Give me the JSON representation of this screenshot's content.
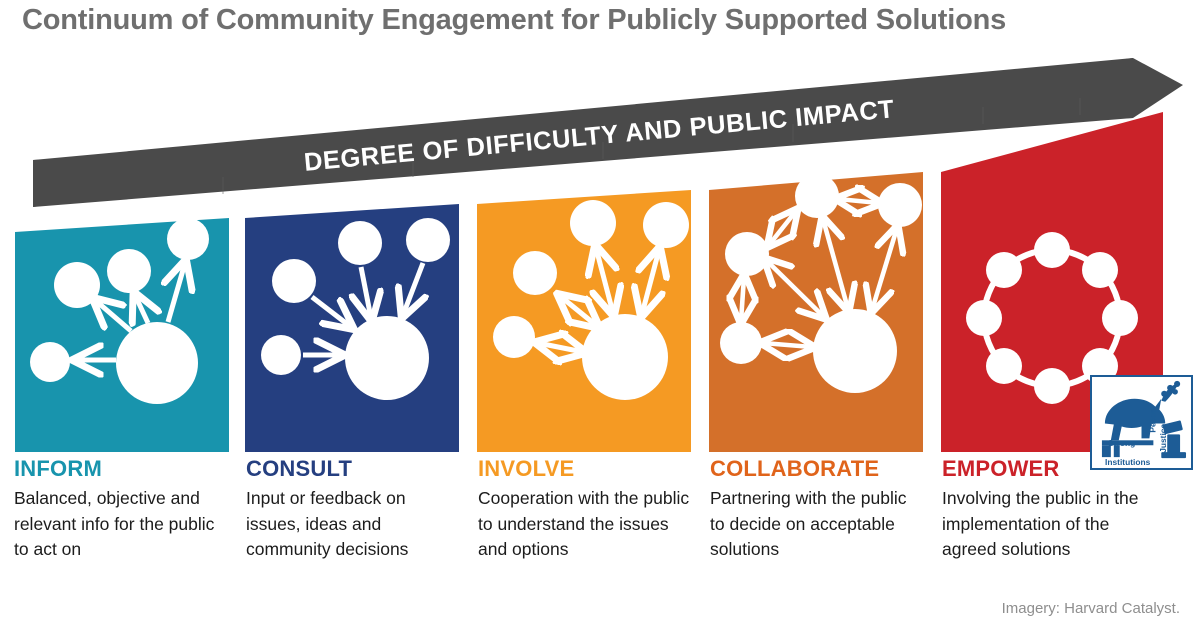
{
  "page": {
    "title": "Continuum of Community Engagement for Publicly Supported Solutions",
    "credit": "Imagery: Harvard Catalyst."
  },
  "banner": {
    "label": "DEGREE OF DIFFICULTY AND PUBLIC IMPACT",
    "color": "#4a4a4a",
    "direction": "right-and-up",
    "tail_icon": "ribbon-notch-icon",
    "head_icon": "arrowhead-right-icon"
  },
  "stages": [
    {
      "id": "inform",
      "label": "INFORM",
      "description": "Balanced, objective and relevant info for the public to act on",
      "color": "#1894ad",
      "label_color": "#1894ad",
      "diagram": "one-way-outward-network-icon",
      "diagram_note": "Large central node with four arrows pointing outward to four small nodes",
      "nodes": 5,
      "arrow_direction": "outward"
    },
    {
      "id": "consult",
      "label": "CONSULT",
      "description": "Input or feedback on issues, ideas and community decisions",
      "color": "#253f80",
      "label_color": "#253f80",
      "diagram": "one-way-inward-network-icon",
      "diagram_note": "Four small nodes with arrows pointing inward to a large central node",
      "nodes": 5,
      "arrow_direction": "inward"
    },
    {
      "id": "involve",
      "label": "INVOLVE",
      "description": "Cooperation with the public to understand the issues and options",
      "color": "#f59a23",
      "label_color": "#f59a23",
      "diagram": "two-way-hub-network-icon",
      "diagram_note": "Double-headed arrows between the central node and four small nodes",
      "nodes": 5,
      "arrow_direction": "two-way"
    },
    {
      "id": "collaborate",
      "label": "COLLABORATE",
      "description": "Partnering with the public to decide on acceptable solutions",
      "color": "#d4702a",
      "label_color": "#e0641b",
      "diagram": "two-way-mesh-network-icon",
      "diagram_note": "Double-headed arrows between central node and peripheral nodes and between peripheral nodes",
      "nodes": 5,
      "arrow_direction": "two-way-mesh"
    },
    {
      "id": "empower",
      "label": "EMPOWER",
      "description": "Involving the public in the implementation of the agreed solutions",
      "color": "#cb2229",
      "label_color": "#cb2229",
      "diagram": "equal-ring-network-icon",
      "diagram_note": "Ring of eight equally sized nodes joined by a circular link, no central hub",
      "nodes": 8,
      "arrow_direction": "none"
    }
  ],
  "sdg_badge": {
    "name": "sdg-16-peace-justice-strong-institutions-logo",
    "color": "#1d5c96",
    "words": [
      "Peace",
      "Justice",
      "Strong",
      "Institutions"
    ],
    "icons": [
      "dove-icon",
      "olive-branch-icon",
      "gavel-icon"
    ]
  }
}
